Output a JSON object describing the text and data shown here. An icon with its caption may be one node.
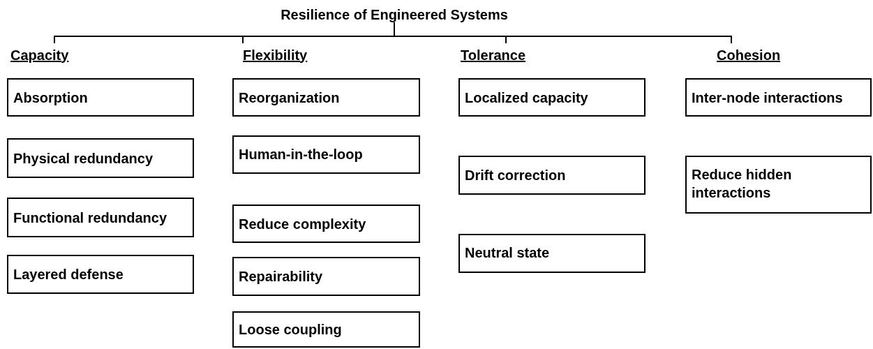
{
  "diagram": {
    "nodes": [
      {
        "text": [
          "Resilience of Engineered Systems"
        ]
      },
      {
        "text": [
          "Capacity"
        ]
      },
      {
        "text": [
          "Flexibility"
        ]
      },
      {
        "text": [
          "Tolerance"
        ]
      },
      {
        "text": [
          "Cohesion"
        ]
      },
      {
        "text": [
          "Absorption"
        ]
      },
      {
        "text": [
          "Physical redundancy"
        ]
      },
      {
        "text": [
          "Functional redundancy"
        ]
      },
      {
        "text": [
          "Layered defense"
        ]
      },
      {
        "text": [
          "Reorganization"
        ]
      },
      {
        "text": [
          "Human-in-the-loop"
        ]
      },
      {
        "text": [
          "Reduce complexity"
        ]
      },
      {
        "text": [
          "Repairability"
        ]
      },
      {
        "text": [
          "Loose coupling"
        ]
      },
      {
        "text": [
          "Localized capacity"
        ]
      },
      {
        "text": [
          "Drift correction"
        ]
      },
      {
        "text": [
          "Neutral state"
        ]
      },
      {
        "text": [
          "Inter-node interactions"
        ]
      },
      {
        "text": [
          "Reduce hidden interactions"
        ]
      }
    ],
    "edges": [
      {
        "from": 0,
        "to": 1,
        "arrow": "none"
      },
      {
        "from": 0,
        "to": 2,
        "arrow": "none"
      },
      {
        "from": 0,
        "to": 3,
        "arrow": "none"
      },
      {
        "from": 0,
        "to": 4,
        "arrow": "none"
      }
    ]
  }
}
